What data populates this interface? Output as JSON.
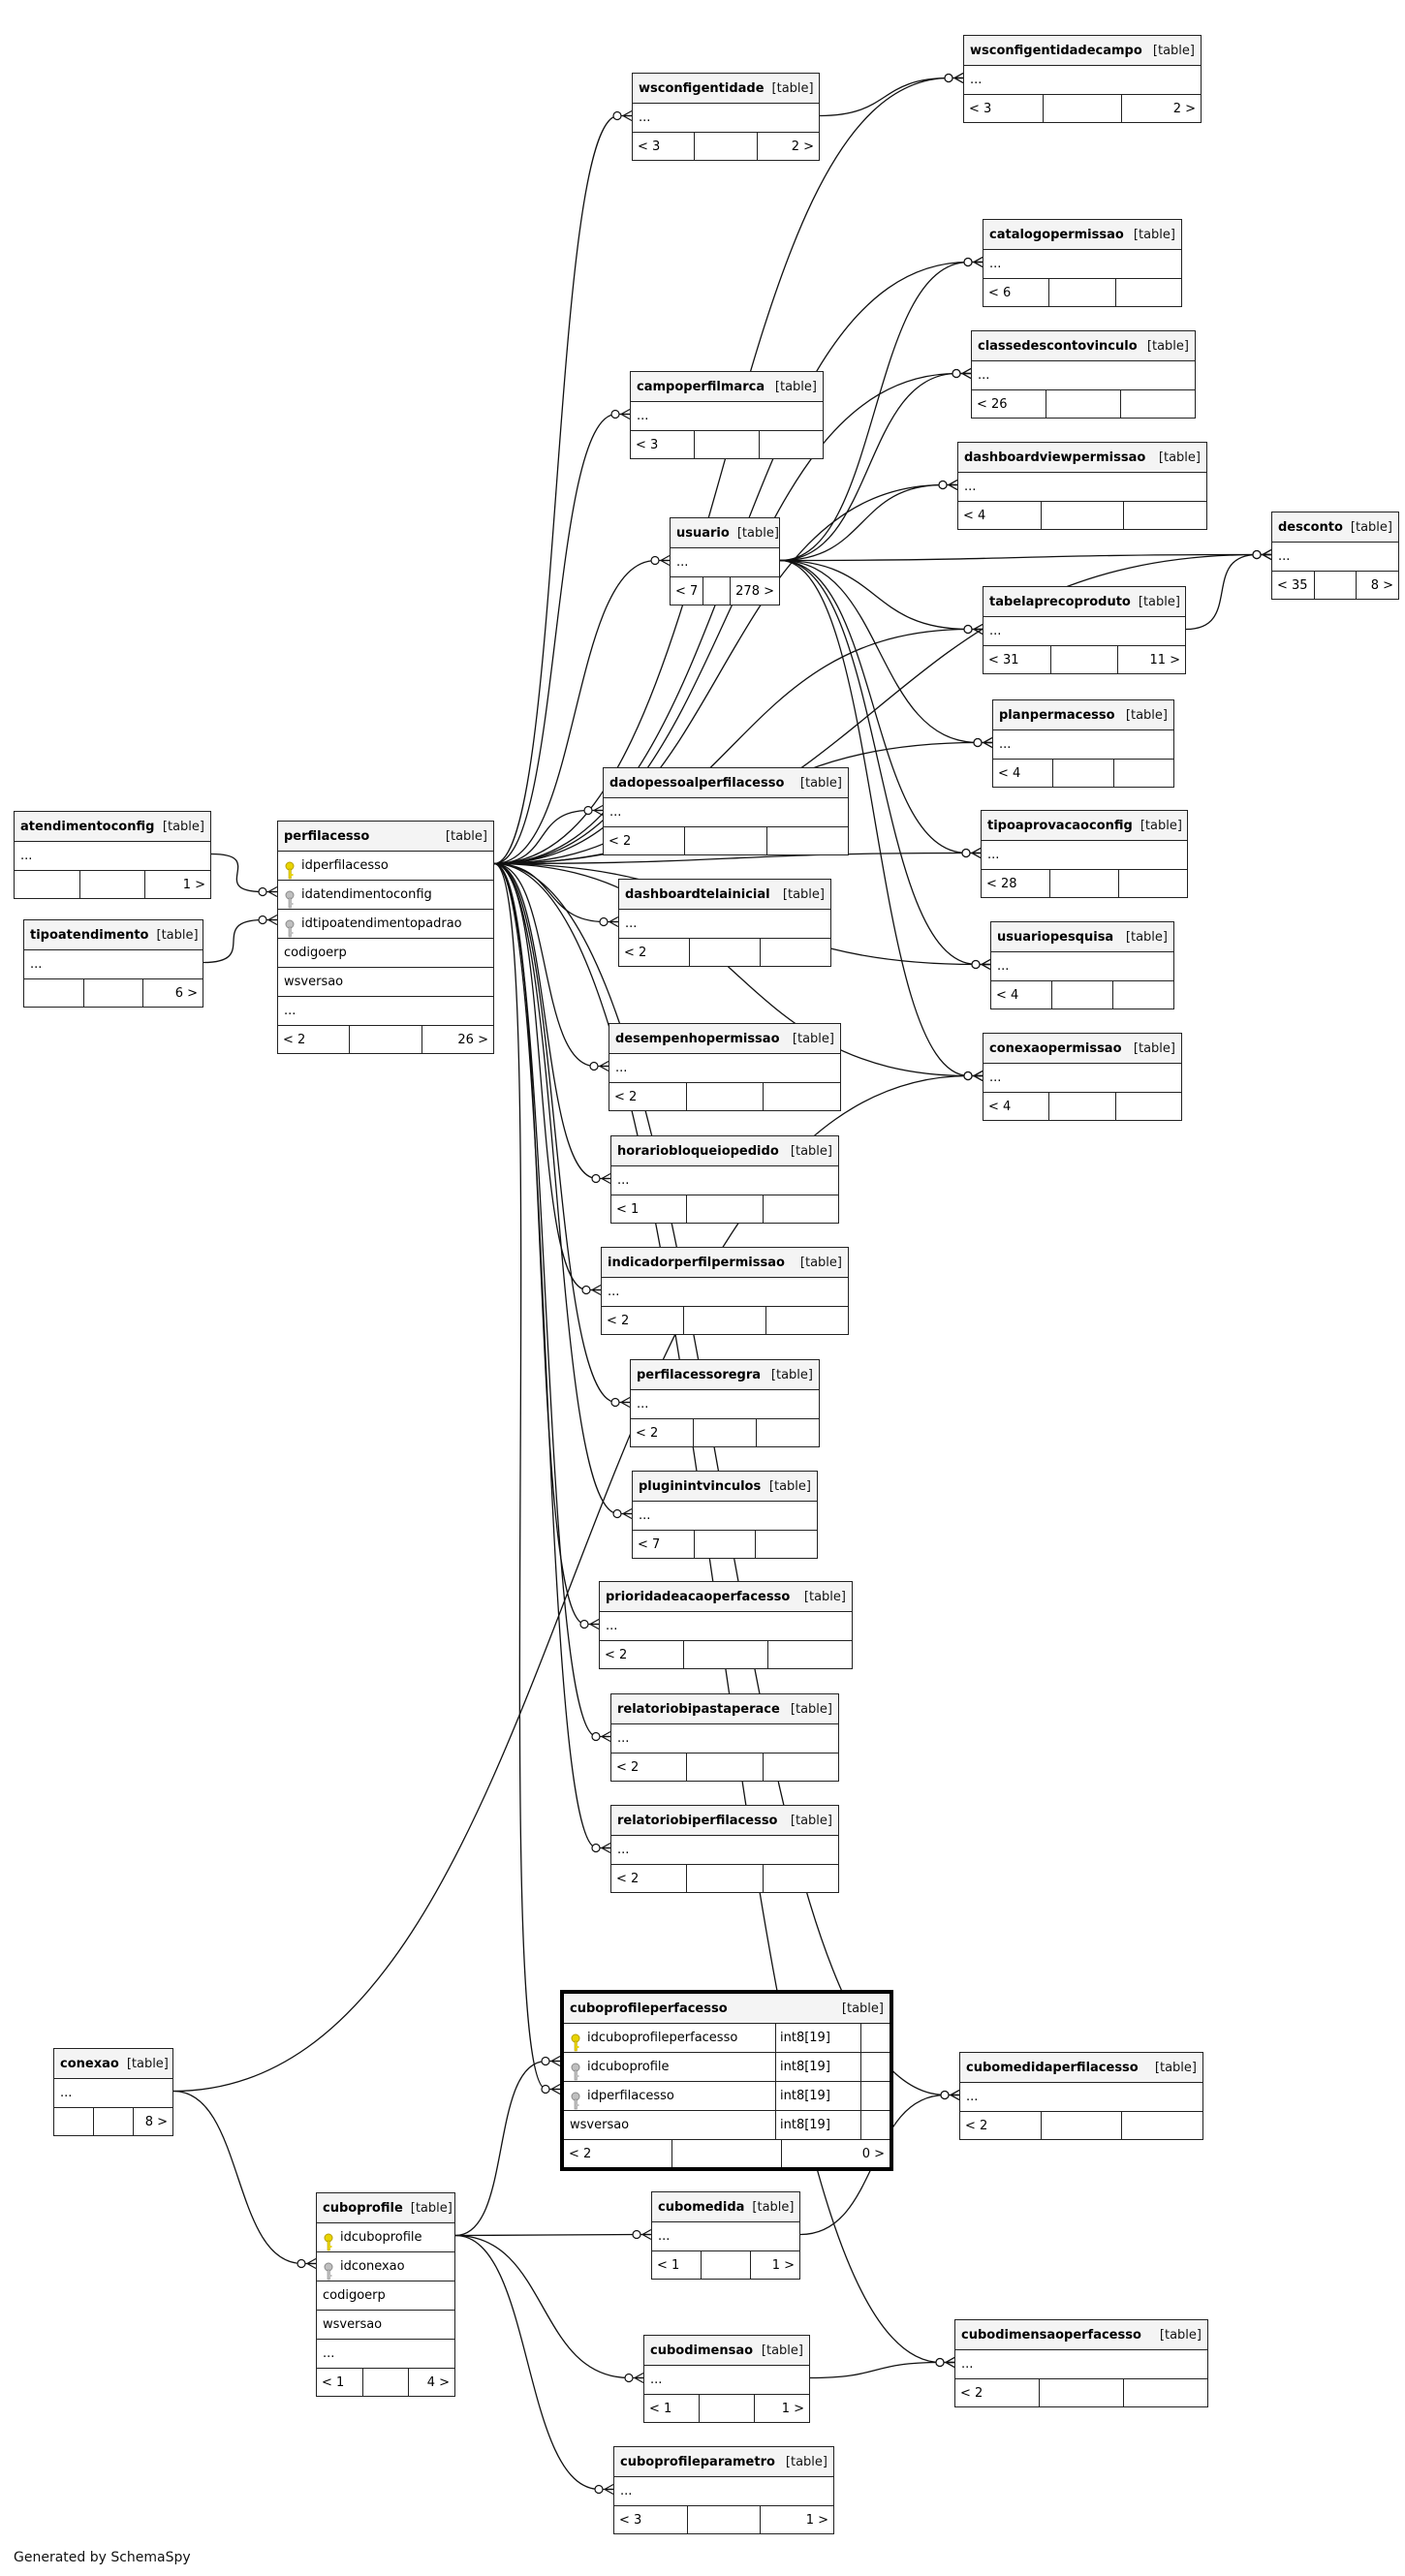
{
  "footer": "Generated by SchemaSpy",
  "table_type_label": "[table]",
  "tables": [
    {
      "id": "wsconfigentidadecampo",
      "name": "wsconfigentidadecampo",
      "rows": [
        "..."
      ],
      "footer": [
        "< 3",
        "",
        "2 >"
      ]
    },
    {
      "id": "wsconfigentidade",
      "name": "wsconfigentidade",
      "rows": [
        "..."
      ],
      "footer": [
        "< 3",
        "",
        "2 >"
      ]
    },
    {
      "id": "catalogopermissao",
      "name": "catalogopermissao",
      "rows": [
        "..."
      ],
      "footer": [
        "< 6",
        "",
        ""
      ]
    },
    {
      "id": "classedescontovinculo",
      "name": "classedescontovinculo",
      "rows": [
        "..."
      ],
      "footer": [
        "< 26",
        "",
        ""
      ]
    },
    {
      "id": "campoperfilmarca",
      "name": "campoperfilmarca",
      "rows": [
        "..."
      ],
      "footer": [
        "< 3",
        "",
        ""
      ]
    },
    {
      "id": "dashboardviewpermissao",
      "name": "dashboardviewpermissao",
      "rows": [
        "..."
      ],
      "footer": [
        "< 4",
        "",
        ""
      ]
    },
    {
      "id": "desconto",
      "name": "desconto",
      "rows": [
        "..."
      ],
      "footer": [
        "< 35",
        "",
        "8 >"
      ]
    },
    {
      "id": "usuario",
      "name": "usuario",
      "rows": [
        "..."
      ],
      "footer": [
        "< 7",
        "",
        "278 >"
      ]
    },
    {
      "id": "tabelaprecoproduto",
      "name": "tabelaprecoproduto",
      "rows": [
        "..."
      ],
      "footer": [
        "< 31",
        "",
        "11 >"
      ]
    },
    {
      "id": "planpermacesso",
      "name": "planpermacesso",
      "rows": [
        "..."
      ],
      "footer": [
        "< 4",
        "",
        ""
      ]
    },
    {
      "id": "dadopessoalperfilacesso",
      "name": "dadopessoalperfilacesso",
      "rows": [
        "..."
      ],
      "footer": [
        "< 2",
        "",
        ""
      ]
    },
    {
      "id": "tipoaprovacaoconfig",
      "name": "tipoaprovacaoconfig",
      "rows": [
        "..."
      ],
      "footer": [
        "< 28",
        "",
        ""
      ]
    },
    {
      "id": "atendimentoconfig",
      "name": "atendimentoconfig",
      "rows": [
        "..."
      ],
      "footer": [
        "",
        "",
        "1 >"
      ]
    },
    {
      "id": "perfilacesso",
      "name": "perfilacesso",
      "columns": [
        {
          "name": "idperfilacesso",
          "key": "pk"
        },
        {
          "name": "idatendimentoconfig",
          "key": "fk"
        },
        {
          "name": "idtipoatendimentopadrao",
          "key": "fk"
        },
        {
          "name": "codigoerp",
          "key": ""
        },
        {
          "name": "wsversao",
          "key": ""
        }
      ],
      "rows": [
        "..."
      ],
      "footer": [
        "< 2",
        "",
        "26 >"
      ]
    },
    {
      "id": "dashboardtelainicial",
      "name": "dashboardtelainicial",
      "rows": [
        "..."
      ],
      "footer": [
        "< 2",
        "",
        ""
      ]
    },
    {
      "id": "usuariopesquisa",
      "name": "usuariopesquisa",
      "rows": [
        "..."
      ],
      "footer": [
        "< 4",
        "",
        ""
      ]
    },
    {
      "id": "tipoatendimento",
      "name": "tipoatendimento",
      "rows": [
        "..."
      ],
      "footer": [
        "",
        "",
        "6 >"
      ]
    },
    {
      "id": "conexaopermissao",
      "name": "conexaopermissao",
      "rows": [
        "..."
      ],
      "footer": [
        "< 4",
        "",
        ""
      ]
    },
    {
      "id": "desempenhopermissao",
      "name": "desempenhopermissao",
      "rows": [
        "..."
      ],
      "footer": [
        "< 2",
        "",
        ""
      ]
    },
    {
      "id": "horariobloqueiopedido",
      "name": "horariobloqueiopedido",
      "rows": [
        "..."
      ],
      "footer": [
        "< 1",
        "",
        ""
      ]
    },
    {
      "id": "indicadorperfilpermissao",
      "name": "indicadorperfilpermissao",
      "rows": [
        "..."
      ],
      "footer": [
        "< 2",
        "",
        ""
      ]
    },
    {
      "id": "perfilacessoregra",
      "name": "perfilacessoregra",
      "rows": [
        "..."
      ],
      "footer": [
        "< 2",
        "",
        ""
      ]
    },
    {
      "id": "pluginintvinculos",
      "name": "pluginintvinculos",
      "rows": [
        "..."
      ],
      "footer": [
        "< 7",
        "",
        ""
      ]
    },
    {
      "id": "prioridadeacaoperfacesso",
      "name": "prioridadeacaoperfacesso",
      "rows": [
        "..."
      ],
      "footer": [
        "< 2",
        "",
        ""
      ]
    },
    {
      "id": "relatoriobipastaperace",
      "name": "relatoriobipastaperace",
      "rows": [
        "..."
      ],
      "footer": [
        "< 2",
        "",
        ""
      ]
    },
    {
      "id": "relatoriobiperfilacesso",
      "name": "relatoriobiperfilacesso",
      "rows": [
        "..."
      ],
      "footer": [
        "< 2",
        "",
        ""
      ]
    },
    {
      "id": "cuboprofileperfacesso",
      "name": "cuboprofileperfacesso",
      "focus": true,
      "columns": [
        {
          "name": "idcuboprofileperfacesso",
          "key": "pk",
          "type": "int8[19]"
        },
        {
          "name": "idcuboprofile",
          "key": "fk",
          "type": "int8[19]"
        },
        {
          "name": "idperfilacesso",
          "key": "fk",
          "type": "int8[19]"
        },
        {
          "name": "wsversao",
          "key": "",
          "type": "int8[19]"
        }
      ],
      "rows": [],
      "footer": [
        "< 2",
        "",
        "0 >"
      ]
    },
    {
      "id": "conexao",
      "name": "conexao",
      "rows": [
        "..."
      ],
      "footer": [
        "",
        "",
        "8 >"
      ]
    },
    {
      "id": "cubomedidaperfilacesso",
      "name": "cubomedidaperfilacesso",
      "rows": [
        "..."
      ],
      "footer": [
        "< 2",
        "",
        ""
      ]
    },
    {
      "id": "cubomedida",
      "name": "cubomedida",
      "rows": [
        "..."
      ],
      "footer": [
        "< 1",
        "",
        "1 >"
      ]
    },
    {
      "id": "cuboprofile",
      "name": "cuboprofile",
      "columns": [
        {
          "name": "idcuboprofile",
          "key": "pk"
        },
        {
          "name": "idconexao",
          "key": "fk"
        },
        {
          "name": "codigoerp",
          "key": ""
        },
        {
          "name": "wsversao",
          "key": ""
        }
      ],
      "rows": [
        "..."
      ],
      "footer": [
        "< 1",
        "",
        "4 >"
      ]
    },
    {
      "id": "cubodimensaoperfacesso",
      "name": "cubodimensaoperfacesso",
      "rows": [
        "..."
      ],
      "footer": [
        "< 2",
        "",
        ""
      ]
    },
    {
      "id": "cubodimensao",
      "name": "cubodimensao",
      "rows": [
        "..."
      ],
      "footer": [
        "< 1",
        "",
        "1 >"
      ]
    },
    {
      "id": "cuboprofileparametro",
      "name": "cuboprofileparametro",
      "rows": [
        "..."
      ],
      "footer": [
        "< 3",
        "",
        "1 >"
      ]
    }
  ],
  "relationships": [
    [
      "wsconfigentidade",
      "wsconfigentidadecampo"
    ],
    [
      "perfilacesso",
      "wsconfigentidadecampo"
    ],
    [
      "perfilacesso",
      "wsconfigentidade"
    ],
    [
      "perfilacesso",
      "catalogopermissao"
    ],
    [
      "usuario",
      "catalogopermissao"
    ],
    [
      "perfilacesso",
      "classedescontovinculo"
    ],
    [
      "usuario",
      "classedescontovinculo"
    ],
    [
      "perfilacesso",
      "campoperfilmarca"
    ],
    [
      "perfilacesso",
      "dashboardviewpermissao"
    ],
    [
      "usuario",
      "dashboardviewpermissao"
    ],
    [
      "perfilacesso",
      "desconto"
    ],
    [
      "usuario",
      "desconto"
    ],
    [
      "tabelaprecoproduto",
      "desconto"
    ],
    [
      "perfilacesso",
      "usuario"
    ],
    [
      "perfilacesso",
      "tabelaprecoproduto"
    ],
    [
      "usuario",
      "tabelaprecoproduto"
    ],
    [
      "perfilacesso",
      "planpermacesso"
    ],
    [
      "usuario",
      "planpermacesso"
    ],
    [
      "perfilacesso",
      "dadopessoalperfilacesso"
    ],
    [
      "perfilacesso",
      "tipoaprovacaoconfig"
    ],
    [
      "usuario",
      "tipoaprovacaoconfig"
    ],
    [
      "atendimentoconfig",
      "perfilacesso"
    ],
    [
      "tipoatendimento",
      "perfilacesso"
    ],
    [
      "perfilacesso",
      "dashboardtelainicial"
    ],
    [
      "perfilacesso",
      "usuariopesquisa"
    ],
    [
      "usuario",
      "usuariopesquisa"
    ],
    [
      "perfilacesso",
      "conexaopermissao"
    ],
    [
      "usuario",
      "conexaopermissao"
    ],
    [
      "conexao",
      "conexaopermissao"
    ],
    [
      "perfilacesso",
      "desempenhopermissao"
    ],
    [
      "perfilacesso",
      "horariobloqueiopedido"
    ],
    [
      "perfilacesso",
      "indicadorperfilpermissao"
    ],
    [
      "perfilacesso",
      "perfilacessoregra"
    ],
    [
      "perfilacesso",
      "pluginintvinculos"
    ],
    [
      "perfilacesso",
      "prioridadeacaoperfacesso"
    ],
    [
      "perfilacesso",
      "relatoriobipastaperace"
    ],
    [
      "perfilacesso",
      "relatoriobiperfilacesso"
    ],
    [
      "perfilacesso",
      "cuboprofileperfacesso"
    ],
    [
      "cuboprofile",
      "cuboprofileperfacesso"
    ],
    [
      "perfilacesso",
      "cubomedidaperfilacesso"
    ],
    [
      "cubomedida",
      "cubomedidaperfilacesso"
    ],
    [
      "conexao",
      "cuboprofile"
    ],
    [
      "cuboprofile",
      "cubomedida"
    ],
    [
      "perfilacesso",
      "cubodimensaoperfacesso"
    ],
    [
      "cubodimensao",
      "cubodimensaoperfacesso"
    ],
    [
      "cuboprofile",
      "cubodimensao"
    ],
    [
      "cuboprofile",
      "cuboprofileparametro"
    ]
  ]
}
